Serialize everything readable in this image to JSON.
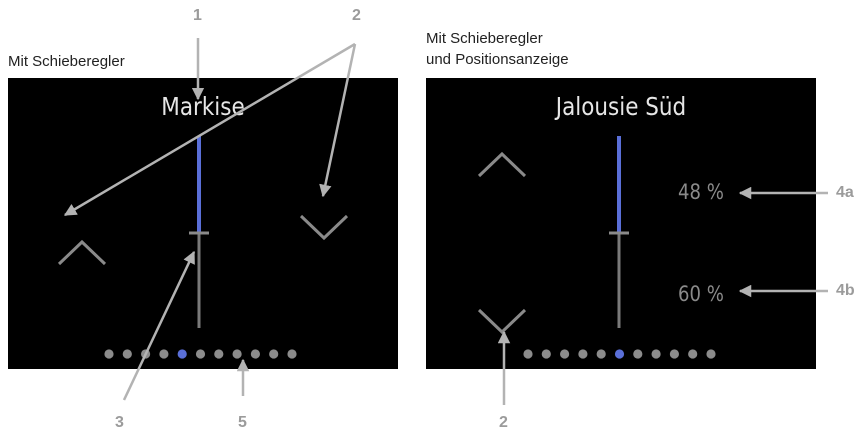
{
  "left": {
    "caption": "Mit Schieberegler",
    "title": "Markise",
    "dots": {
      "count": 11,
      "active_index": 4
    }
  },
  "right": {
    "caption_line1": "Mit Schieberegler",
    "caption_line2": "und Positionsanzeige",
    "title": "Jalousie Süd",
    "value_a": "48 %",
    "value_b": "60 %",
    "dots": {
      "count": 11,
      "active_index": 5
    }
  },
  "callouts": {
    "c1": "1",
    "c2_top": "2",
    "c3": "3",
    "c5": "5",
    "c2_bottom": "2",
    "c4a": "4a",
    "c4b": "4b"
  },
  "colors": {
    "screen_bg": "#000000",
    "accent": "#5a6fd8",
    "dot_inactive": "#8c8c8c",
    "chevron": "#8a8a8a",
    "slider_track": "#7a7a7a",
    "callout": "#ababab"
  }
}
